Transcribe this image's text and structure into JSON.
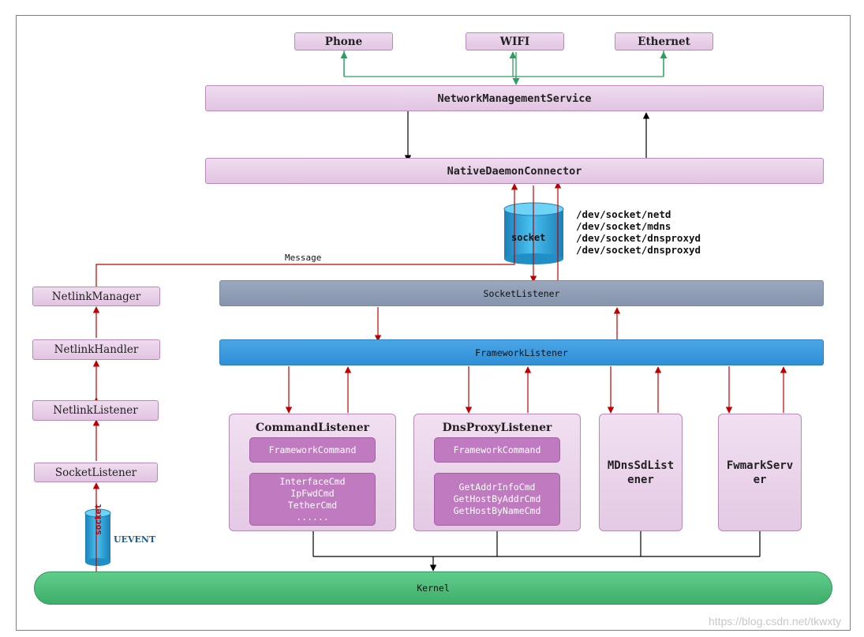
{
  "top": {
    "phone": "Phone",
    "wifi": "WIFI",
    "ethernet": "Ethernet"
  },
  "nms": "NetworkManagementService",
  "ndc": "NativeDaemonConnector",
  "socket_db": "socket",
  "dev_paths": [
    "/dev/socket/netd",
    "/dev/socket/mdns",
    "/dev/socket/dnsproxyd",
    "/dev/socket/dnsproxyd"
  ],
  "message": "Message",
  "socket_listener": "SocketListener",
  "framework_listener": "FrameworkListener",
  "left_stack": {
    "netlink_manager": "NetlinkManager",
    "netlink_handler": "NetlinkHandler",
    "netlink_listener": "NetlinkListener",
    "socket_listener": "SocketListener",
    "socket_vertical": "socket",
    "uevent": "UEVENT"
  },
  "command_listener": {
    "title": "CommandListener",
    "framework_command": "FrameworkCommand",
    "items": [
      "InterfaceCmd",
      "IpFwdCmd",
      "TetherCmd",
      "......"
    ]
  },
  "dns_proxy_listener": {
    "title": "DnsProxyListener",
    "framework_command": "FrameworkCommand",
    "items": [
      "GetAddrInfoCmd",
      "GetHostByAddrCmd",
      "GetHostByNameCmd"
    ]
  },
  "mdns": {
    "line1": "MDnsSdList",
    "line2": "ener"
  },
  "fwmark": {
    "line1": "FwmarkServ",
    "line2": "er"
  },
  "kernel": "Kernel",
  "watermark": "https://blog.csdn.net/tkwxty",
  "colors": {
    "red_arrow": "#c00000",
    "green_arrow": "#2aa060",
    "kernel_fill": "#4dbf7a",
    "framework_fill": "#3a97dc",
    "socket_listener_fill": "#8e9db5",
    "cylinder": "#2aa0d8"
  }
}
